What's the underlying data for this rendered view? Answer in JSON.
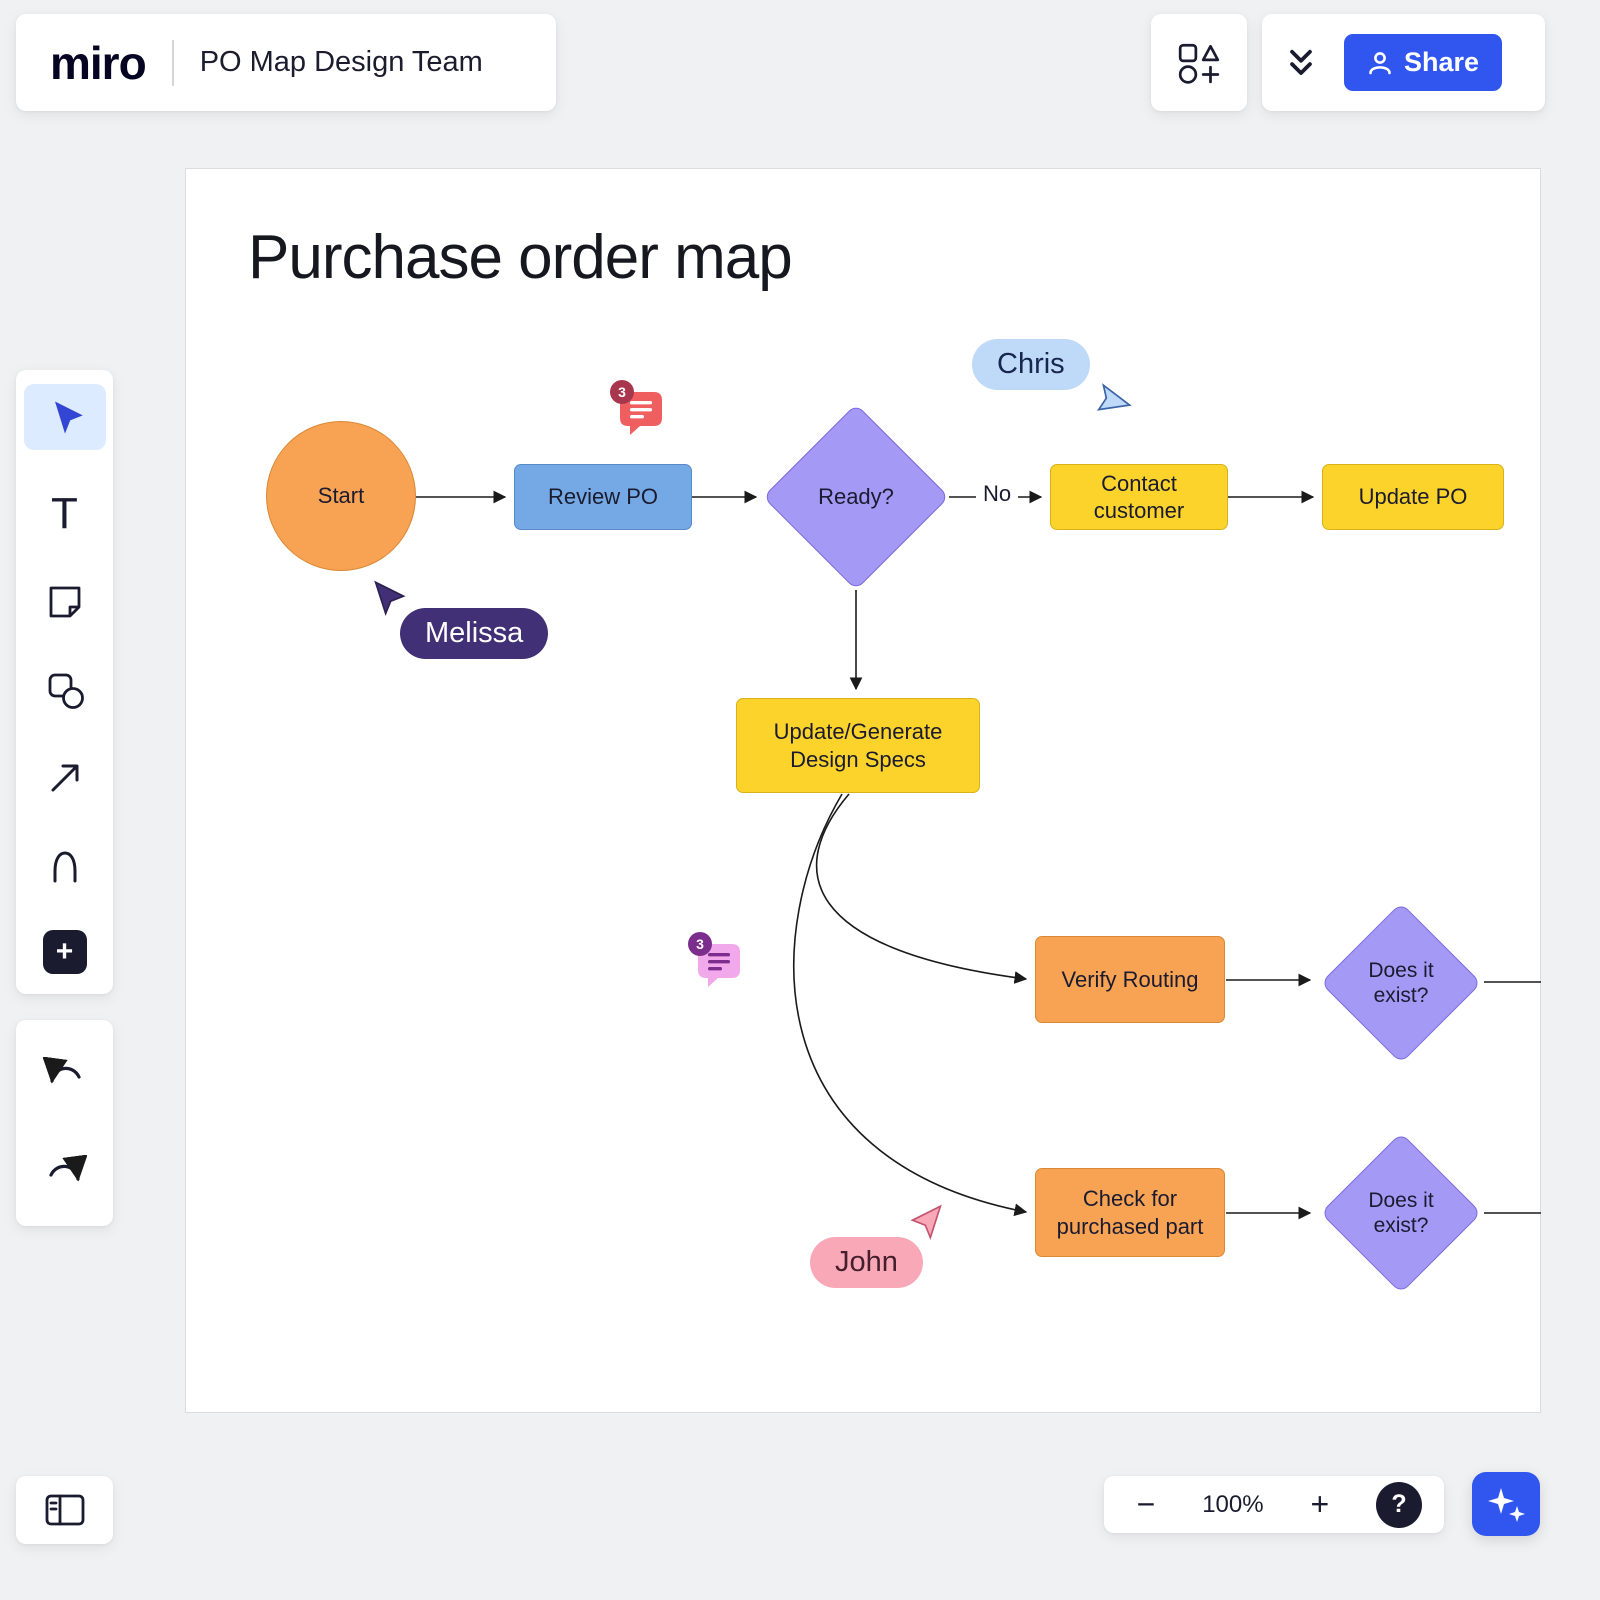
{
  "header": {
    "logo": "miro",
    "board_title": "PO Map Design Team",
    "share_label": "Share"
  },
  "canvas": {
    "title": "Purchase order map"
  },
  "flowchart": {
    "start": "Start",
    "review_po": "Review PO",
    "ready": "Ready?",
    "no_label": "No",
    "contact_customer": "Contact customer",
    "update_po": "Update PO",
    "design_specs": "Update/Generate Design Specs",
    "verify_routing": "Verify Routing",
    "exists_top": "Does it exist?",
    "check_part": "Check for purchased part",
    "exists_bottom": "Does it exist?"
  },
  "collaborators": {
    "chris": "Chris",
    "melissa": "Melissa",
    "john": "John"
  },
  "comments": {
    "red_count": "3",
    "pink_count": "3"
  },
  "toolbar": {
    "text_tool_glyph": "T",
    "add_glyph": "+"
  },
  "zoom": {
    "minus": "−",
    "level": "100%",
    "plus": "+",
    "help": "?"
  },
  "colors": {
    "accent_blue": "#3156f0",
    "node_yellow": "#fcd32b",
    "node_orange": "#f8a353",
    "node_blue": "#74a9e5",
    "node_purple": "#a49af5",
    "cursor_melissa": "#413075",
    "cursor_chris": "#bedaf8",
    "cursor_john": "#f9a8b8",
    "comment_red": "#ef5f5f",
    "comment_pink": "#f2a9ec"
  }
}
